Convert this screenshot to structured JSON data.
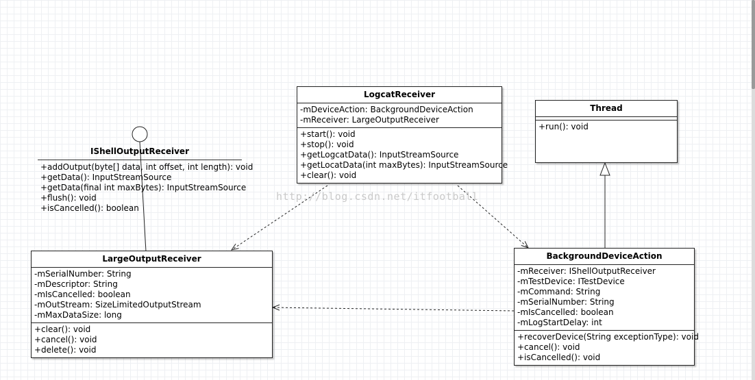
{
  "diagram": {
    "watermark": "http://blog.csdn.net/itfootball",
    "interface": {
      "name": "IShellOutputReceiver",
      "operations": [
        "+addOutput(byte[] data, int offset, int length): void",
        "+getData(): InputStreamSource",
        "+getData(final int maxBytes): InputStreamSource",
        "+flush(): void",
        "+isCancelled(): boolean"
      ]
    },
    "classes": {
      "logcat_receiver": {
        "name": "LogcatReceiver",
        "attributes": [
          "-mDeviceAction: BackgroundDeviceAction",
          "-mReceiver: LargeOutputReceiver"
        ],
        "operations": [
          "+start(): void",
          "+stop(): void",
          "+getLogcatData(): InputStreamSource",
          "+getLocatData(int maxBytes): InputStreamSource",
          "+clear(): void"
        ]
      },
      "thread": {
        "name": "Thread",
        "attributes": [],
        "operations": [
          "+run(): void"
        ]
      },
      "large_output_receiver": {
        "name": "LargeOutputReceiver",
        "attributes": [
          "-mSerialNumber: String",
          "-mDescriptor: String",
          "-mIsCancelled: boolean",
          "-mOutStream: SizeLimitedOutputStream",
          "-mMaxDataSize: long"
        ],
        "operations": [
          "+clear(): void",
          "+cancel(): void",
          "+delete(): void"
        ]
      },
      "background_device_action": {
        "name": "BackgroundDeviceAction",
        "attributes": [
          "-mReceiver: IShellOutputReceiver",
          "-mTestDevice: ITestDevice",
          "-mCommand: String",
          "-mSerialNumber: String",
          "-mIsCancelled: boolean",
          "-mLogStartDelay: int"
        ],
        "operations": [
          "+recoverDevice(String exceptionType): void",
          "+cancel(): void",
          "+isCancelled(): void"
        ]
      }
    }
  }
}
